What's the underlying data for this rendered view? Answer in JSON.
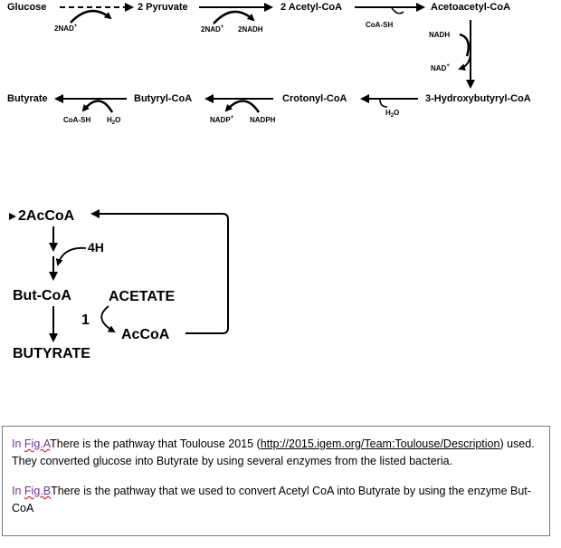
{
  "fig_a": {
    "nodes": {
      "glucose": "Glucose",
      "pyruvate": "2 Pyruvate",
      "acetyl_coa": "2 Acetyl-CoA",
      "acetoacetyl_coa": "Acetoacetyl-CoA",
      "hydroxybutyryl_coa": "3-Hydroxybutyryl-CoA",
      "crotonyl_coa": "Crotonyl-CoA",
      "butyryl_coa": "Butyryl-CoA",
      "butyrate": "Butyrate"
    },
    "cofactors": {
      "nad_1": "2NAD",
      "nad_2": "2NAD",
      "nadh_1": "2NADH",
      "coa_sh_1": "CoA-SH",
      "nadh_2": "NADH",
      "nad_3": "NAD",
      "h2o_1": "H",
      "nadp": "NADP",
      "nadph": "NADPH",
      "coa_sh_2": "CoA-SH",
      "h2o_2": "H",
      "plus": "+",
      "sub_2": "2",
      "o": "O"
    }
  },
  "fig_b": {
    "nodes": {
      "acetyl": "2AcCoA",
      "four_h": "4H",
      "but_coa": "But-CoA",
      "acetate": "ACETATE",
      "one": "1",
      "accoa": "AcCoA",
      "butyrate": "BUTYRATE"
    }
  },
  "caption": {
    "p1_ref": "In ",
    "p1_fig": "Fig.A",
    "p1_text1": "There is the pathway that Toulouse 2015 (",
    "p1_link": "http://2015.igem.org/Team:Toulouse/Description",
    "p1_text2": ") used. They  converted glucose into Butyrate by using several enzymes from the listed  bacteria.",
    "p2_ref": "In ",
    "p2_fig": "Fig.B",
    "p2_text": "There is the pathway that we used to convert Acetyl CoA into Butyrate by using the enzyme But- CoA"
  }
}
